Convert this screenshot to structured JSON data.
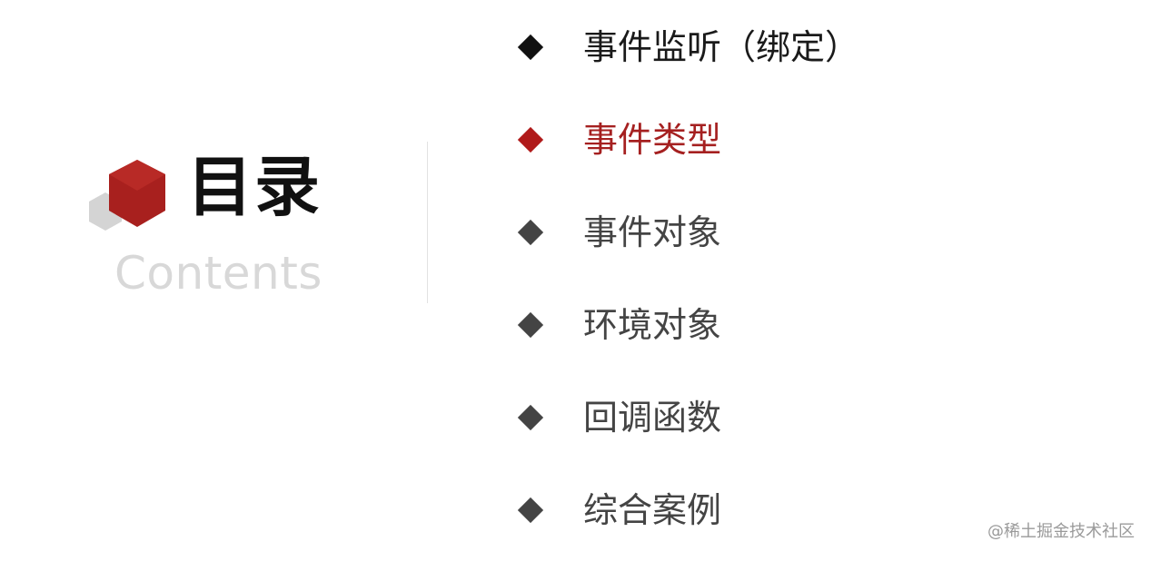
{
  "brand": {
    "title": "目录",
    "subtitle": "Contents"
  },
  "menu": {
    "items": [
      {
        "label": "事件监听（绑定）",
        "state": "dark"
      },
      {
        "label": "事件类型",
        "state": "active"
      },
      {
        "label": "事件对象",
        "state": "normal"
      },
      {
        "label": "环境对象",
        "state": "normal"
      },
      {
        "label": "回调函数",
        "state": "normal"
      },
      {
        "label": "综合案例",
        "state": "normal"
      }
    ]
  },
  "watermark": "@稀土掘金技术社区",
  "colors": {
    "accent_red": "#b01a1a",
    "logo_red": "#a8201e",
    "logo_gray": "#d4d4d4",
    "text_dark": "#1a1a1a",
    "text_gray": "#444444",
    "subtitle_gray": "#d8d8d8"
  }
}
